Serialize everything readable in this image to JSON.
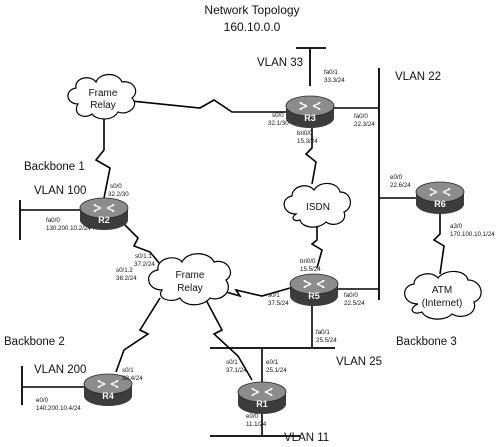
{
  "title": {
    "line1": "Network Topology",
    "line2": "160.10.0.0"
  },
  "vlans": {
    "vlan33": "VLAN 33",
    "vlan22": "VLAN 22",
    "vlan100": "VLAN 100",
    "vlan200": "VLAN 200",
    "vlan25": "VLAN 25",
    "vlan11": "VLAN 11"
  },
  "backbones": {
    "b1": "Backbone 1",
    "b2": "Backbone 2",
    "b3": "Backbone 3"
  },
  "clouds": {
    "fr_top_line1": "Frame",
    "fr_top_line2": "Relay",
    "fr_mid_line1": "Frame",
    "fr_mid_line2": "Relay",
    "isdn": "ISDN",
    "atm_line1": "ATM",
    "atm_line2": "(Internet)"
  },
  "routers": {
    "r1": "R1",
    "r2": "R2",
    "r3": "R3",
    "r4": "R4",
    "r5": "R5",
    "r6": "R6"
  },
  "interfaces": {
    "r3_fa01": {
      "name": "fa0/1",
      "ip": "33.3/24"
    },
    "r3_s00": {
      "name": "s0/0",
      "ip": "32.1/30"
    },
    "r3_fa00": {
      "name": "fa0/0",
      "ip": "22.3/24"
    },
    "r3_bri": {
      "name": "bri0/0",
      "ip": "15.3/24"
    },
    "r2_s00": {
      "name": "s0/0",
      "ip": "32.2/30"
    },
    "r2_fa00": {
      "name": "fa0/0",
      "ip": "130.200.10.2/24"
    },
    "r2_s011": {
      "name": "s0/1.1",
      "ip": "37.2/24"
    },
    "r2_s012": {
      "name": "s0/1.2",
      "ip": "38.2/24"
    },
    "r6_e00": {
      "name": "e0/0",
      "ip": "22.6/24"
    },
    "r6_a30": {
      "name": "a3/0",
      "ip": "170.100.10.1/24"
    },
    "r5_bri": {
      "name": "bri0/0",
      "ip": "15.5/24"
    },
    "r5_s01": {
      "name": "s0/1",
      "ip": "37.5/24"
    },
    "r5_fa00": {
      "name": "fa0/0",
      "ip": "22.5/24"
    },
    "r5_fa01": {
      "name": "fa0/1",
      "ip": "25.5/24"
    },
    "r4_s01": {
      "name": "s0/1",
      "ip": "38.4/24"
    },
    "r4_e00": {
      "name": "e0/0",
      "ip": "140.200.10.4/24"
    },
    "r1_s01": {
      "name": "s0/1",
      "ip": "37.1/24"
    },
    "r1_e01": {
      "name": "e0/1",
      "ip": "25.1/24"
    },
    "r1_e00": {
      "name": "e0/0",
      "ip": "11.1/24"
    }
  },
  "colors": {
    "router_body": "#4a4a4a",
    "router_top": "#8a8a8a",
    "cloud_fill": "#ffffff",
    "line": "#000000"
  }
}
